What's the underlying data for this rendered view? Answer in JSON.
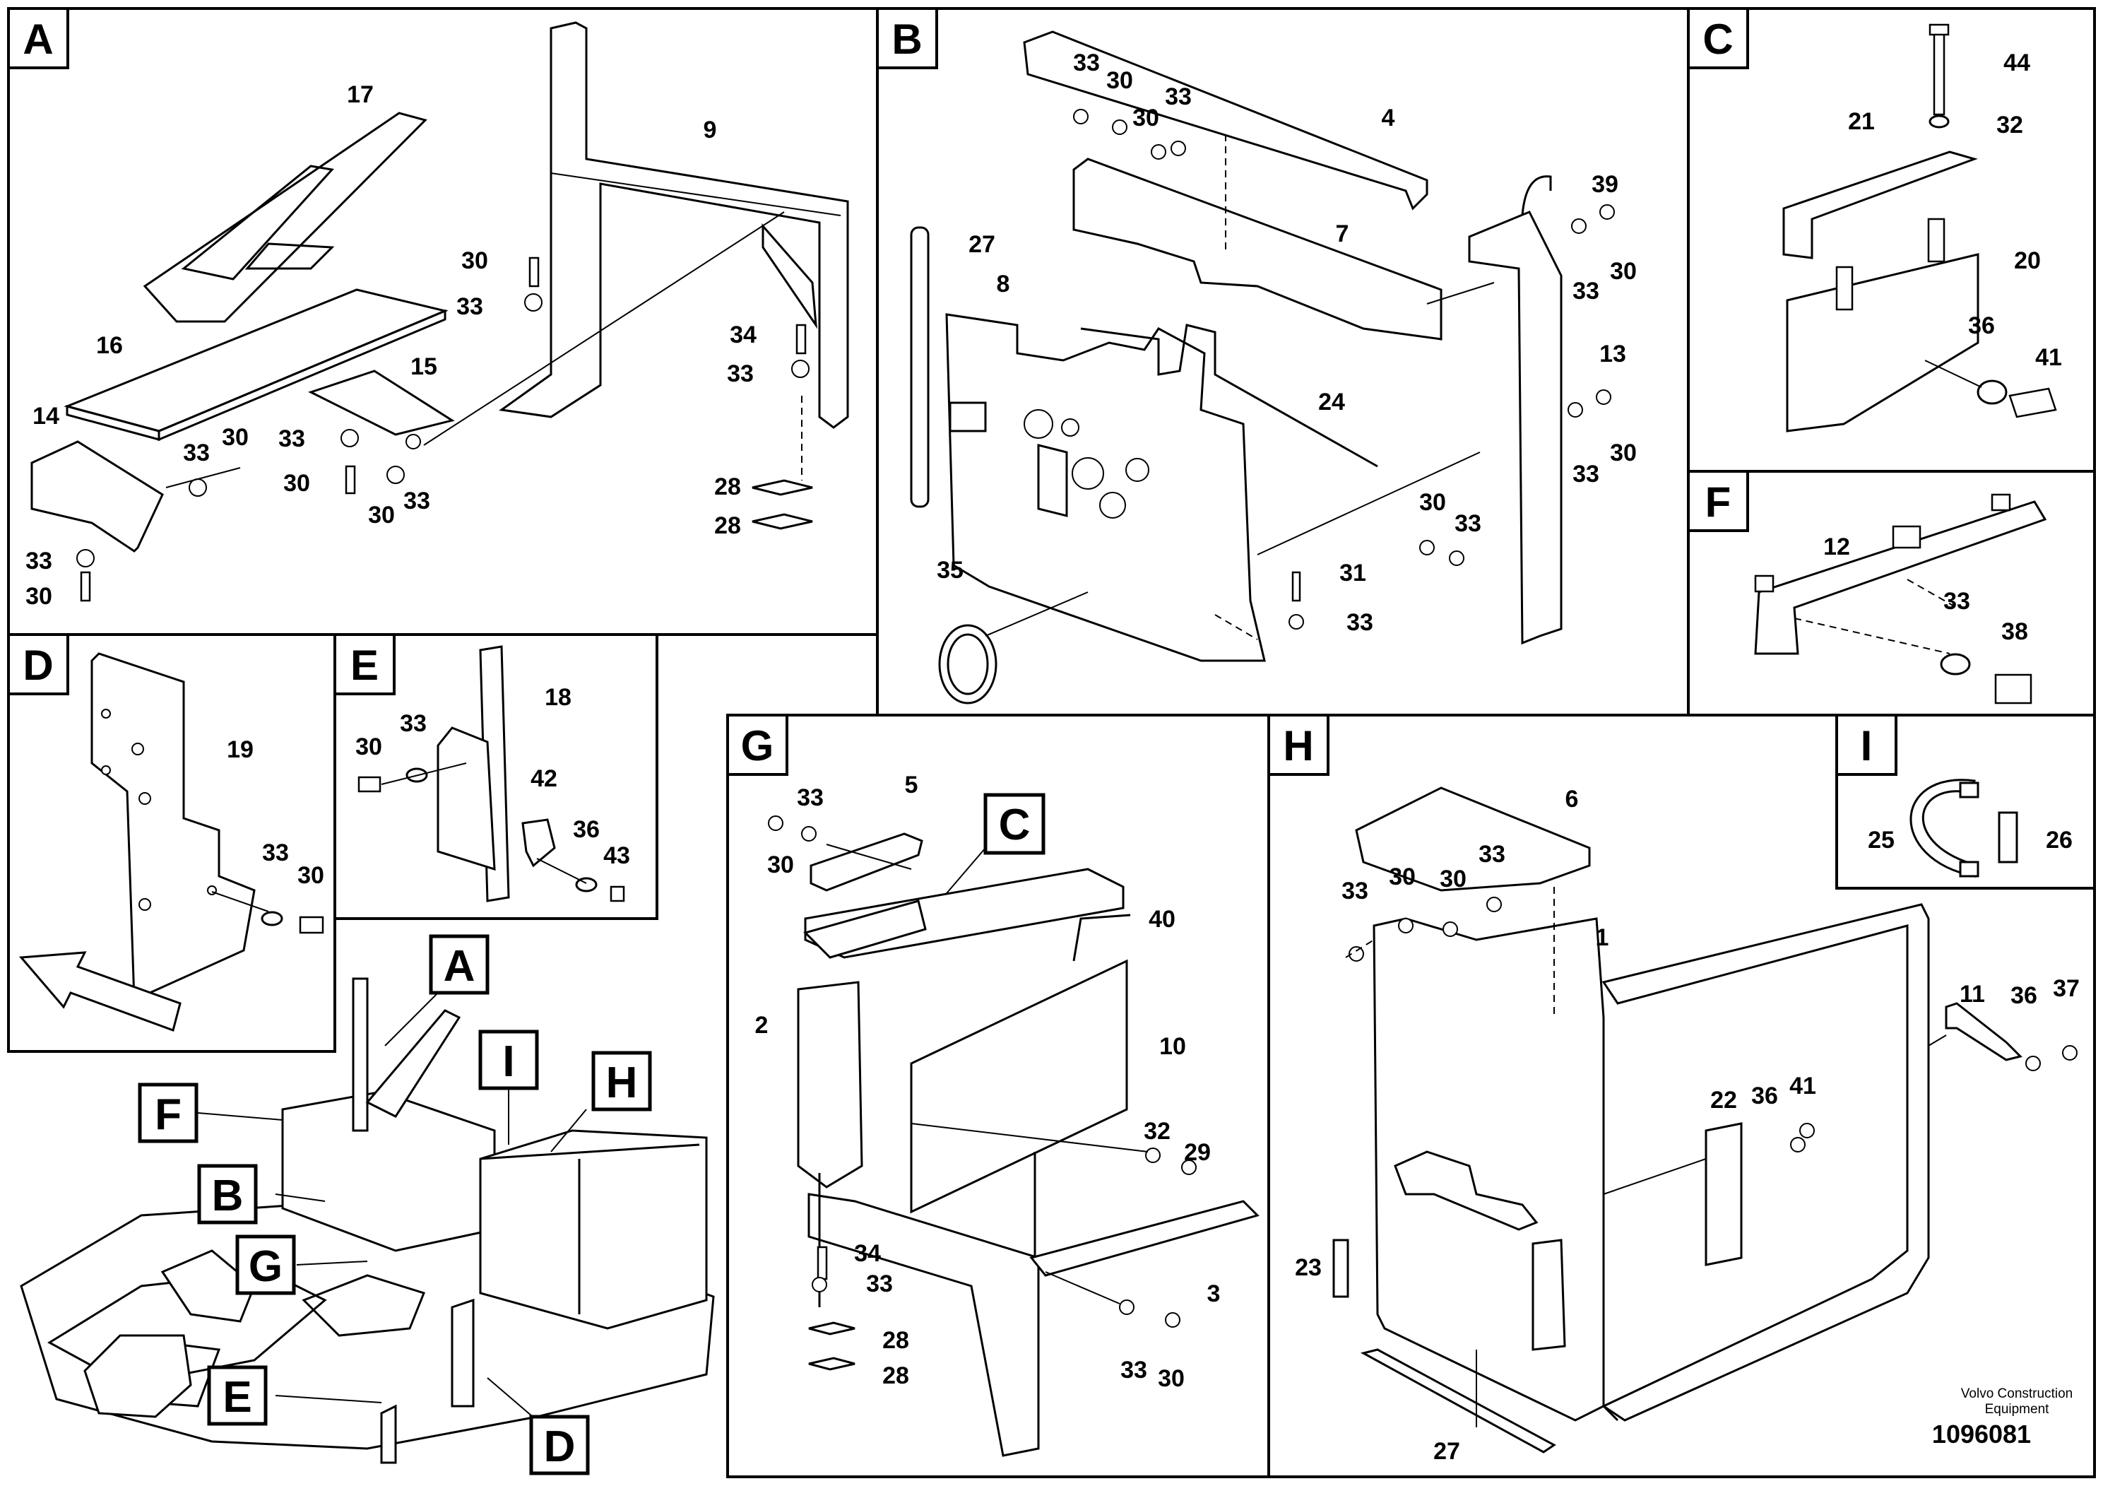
{
  "panels": [
    {
      "letter": "A",
      "numbers": [
        "17",
        "9",
        "16",
        "15",
        "14",
        "30",
        "33",
        "34",
        "33",
        "28",
        "28",
        "33",
        "30",
        "33",
        "30",
        "30",
        "33",
        "33",
        "30"
      ]
    },
    {
      "letter": "B",
      "numbers": [
        "33",
        "30",
        "33",
        "30",
        "4",
        "27",
        "8",
        "7",
        "39",
        "30",
        "33",
        "13",
        "24",
        "30",
        "33",
        "35",
        "30",
        "33",
        "31",
        "33"
      ]
    },
    {
      "letter": "C",
      "numbers": [
        "44",
        "32",
        "21",
        "20",
        "36",
        "41"
      ]
    },
    {
      "letter": "D",
      "numbers": [
        "19",
        "33",
        "30"
      ]
    },
    {
      "letter": "E",
      "numbers": [
        "18",
        "30",
        "33",
        "42",
        "36",
        "43"
      ]
    },
    {
      "letter": "F",
      "numbers": [
        "12",
        "33",
        "38"
      ]
    },
    {
      "letter": "G",
      "numbers": [
        "33",
        "5",
        "30",
        "40",
        "2",
        "10",
        "32",
        "29",
        "34",
        "33",
        "3",
        "28",
        "28",
        "33",
        "30"
      ]
    },
    {
      "letter": "H",
      "numbers": [
        "6",
        "33",
        "30",
        "30",
        "33",
        "1",
        "22",
        "36",
        "41",
        "23",
        "27",
        "11",
        "36",
        "37"
      ]
    },
    {
      "letter": "I",
      "numbers": [
        "25",
        "26"
      ]
    }
  ],
  "overview_callouts": [
    "A",
    "I",
    "H",
    "F",
    "B",
    "G",
    "E",
    "D"
  ],
  "detail_callout": "C",
  "footer": {
    "line1": "Volvo Construction",
    "line2": "Equipment",
    "drawing_number": "1096081"
  }
}
